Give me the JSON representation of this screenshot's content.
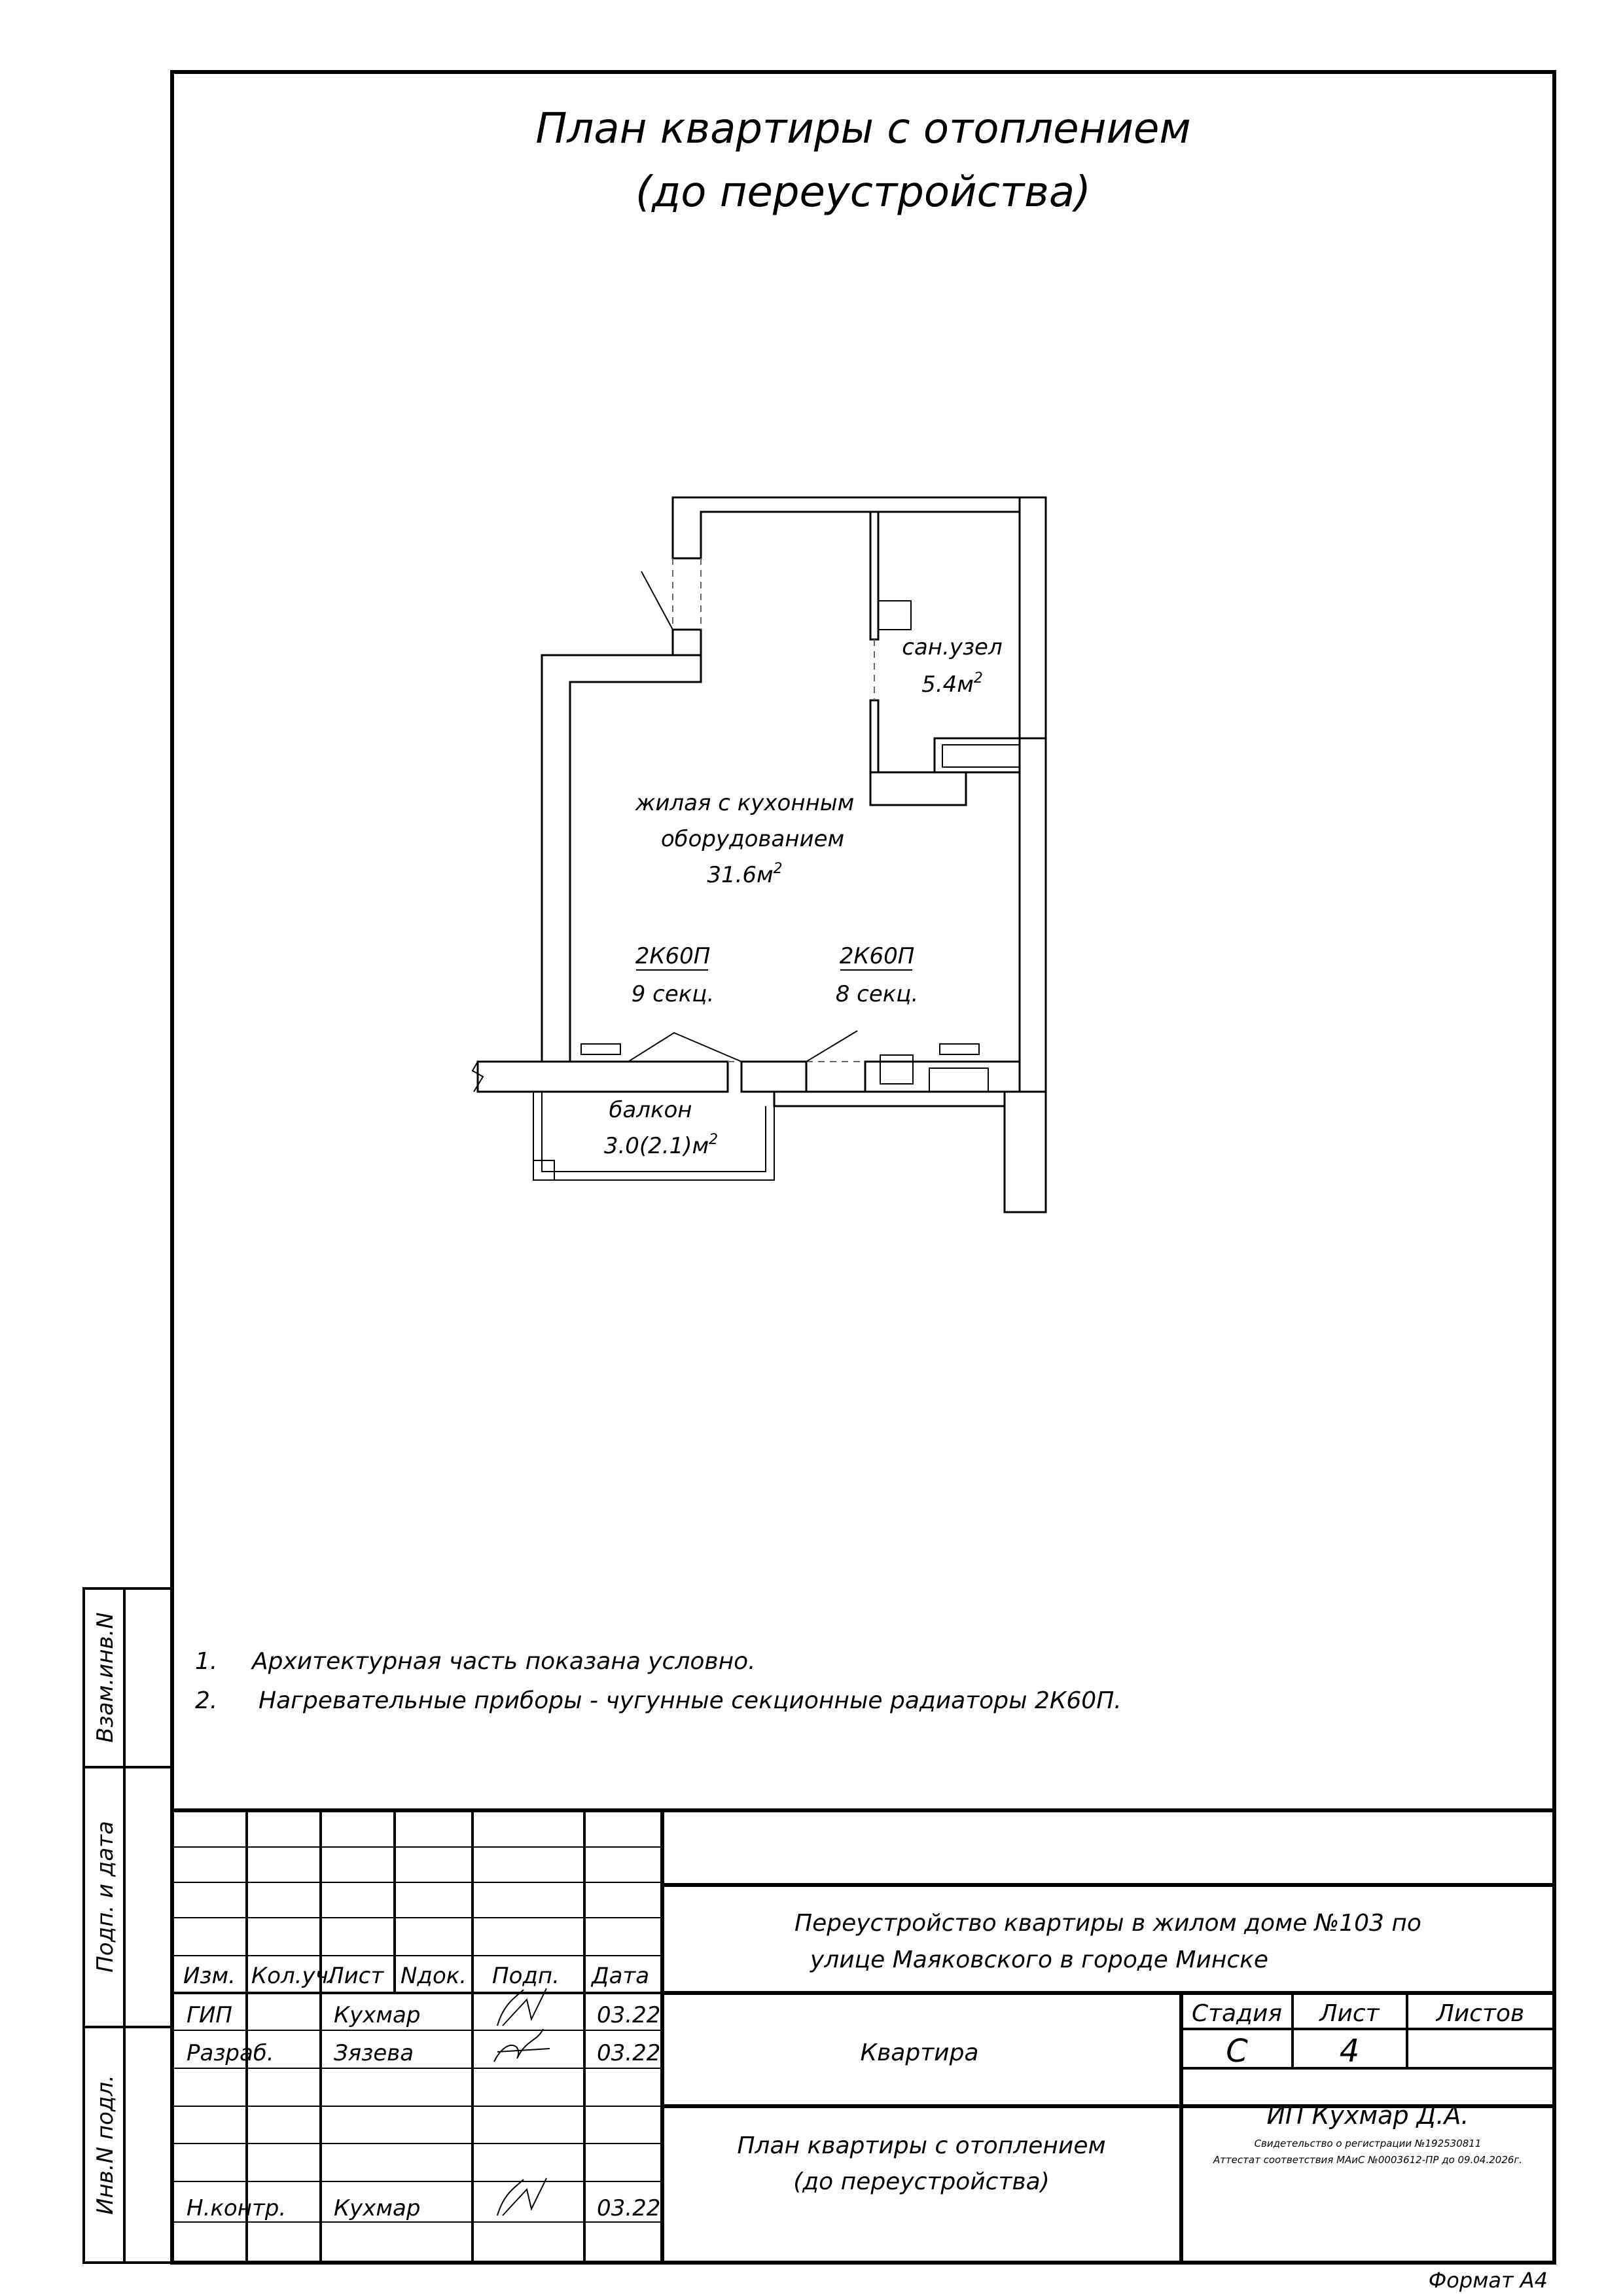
{
  "title": {
    "line1": "План квартиры с отоплением",
    "line2": "(до переустройства)"
  },
  "rooms": {
    "bathroom": {
      "name": "сан.узел",
      "area": "5.4м",
      "sup": "2"
    },
    "living": {
      "line1": "жилая с кухонным",
      "line2": "оборудованием",
      "area": "31.6м",
      "sup": "2"
    },
    "balcony": {
      "name": "балкон",
      "area": "3.0(2.1)м",
      "sup": "2"
    }
  },
  "radiators": [
    {
      "model": "2К60П",
      "sections": "9 секц."
    },
    {
      "model": "2К60П",
      "sections": "8 секц."
    }
  ],
  "notes": [
    {
      "num": "1.",
      "text": "Архитектурная часть показана условно."
    },
    {
      "num": "2.",
      "text": "Нагревательные приборы - чугунные секционные радиаторы 2К60П."
    }
  ],
  "side_stamp": {
    "vzam": "Взам.инв.N",
    "podp": "Подп. и дата",
    "inv": "Инв.N подл."
  },
  "title_block": {
    "headers": [
      "Изм.",
      "Кол.уч.",
      "Лист",
      "Nдок.",
      "Подп.",
      "Дата"
    ],
    "people": [
      {
        "role": "ГИП",
        "name": "Кухмар",
        "date": "03.22"
      },
      {
        "role": "Разраб.",
        "name": "Зязева",
        "date": "03.22"
      },
      {
        "role": "Н.контр.",
        "name": "Кухмар",
        "date": "03.22"
      }
    ],
    "project_line1": "Переустройство квартиры  в жилом доме №103 по",
    "project_line2": "улице Маяковского в городе Минске",
    "object": "Квартира",
    "sheet_title_line1": "План квартиры с отоплением",
    "sheet_title_line2": "(до переустройства)",
    "stage_label": "Стадия",
    "sheet_label": "Лист",
    "sheets_label": "Листов",
    "stage": "С",
    "sheet": "4",
    "sheets": "",
    "company": "ИП Кухмар Д.А.",
    "company_line2": "Свидетельство о регистрации №192530811",
    "company_line3": "Аттестат соответствия МАиС №0003612-ПР до 09.04.2026г."
  },
  "format_label": "Формат А4"
}
